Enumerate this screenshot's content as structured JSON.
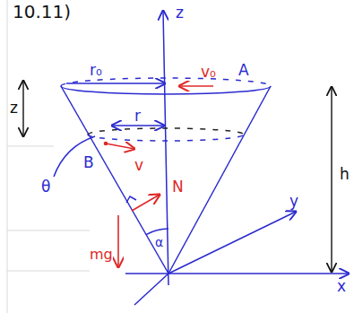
{
  "diagram": {
    "labels": [
      "10.11)",
      "z",
      "r₀",
      "v₀",
      "A",
      "z",
      "h",
      "r",
      "θ",
      "B",
      "v",
      "N",
      "mg",
      "α",
      "y",
      "x"
    ]
  }
}
